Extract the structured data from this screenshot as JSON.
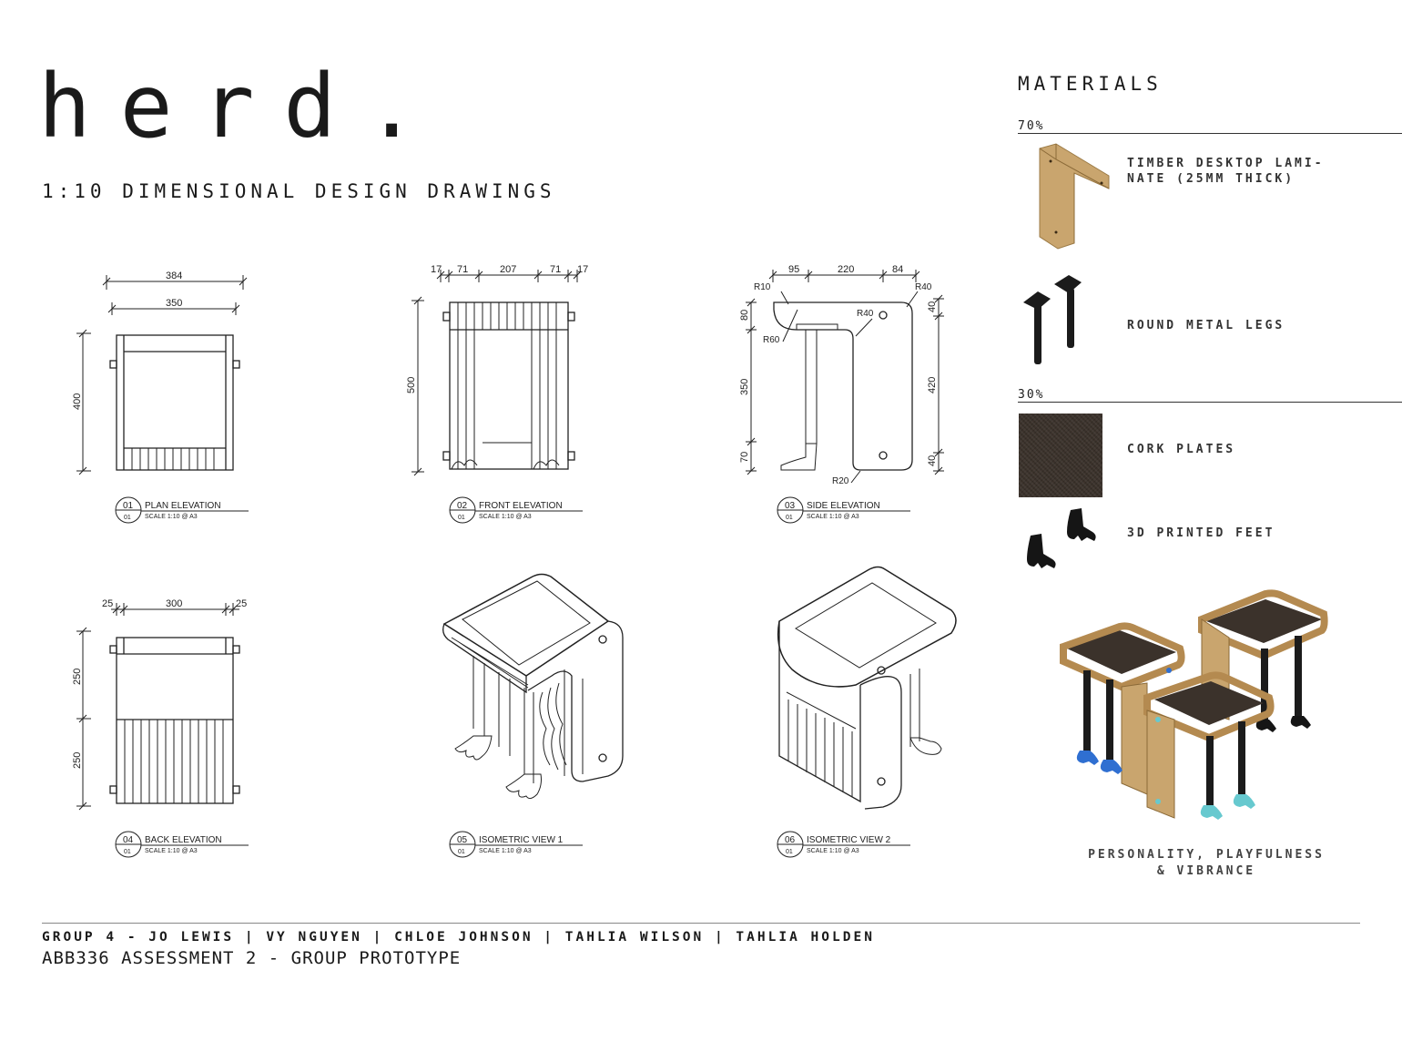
{
  "title": "herd.",
  "subtitle": "1:10 DIMENSIONAL DESIGN DRAWINGS",
  "drawings": [
    {
      "num": "01",
      "sheet": "01",
      "name": "PLAN ELEVATION",
      "scale": "SCALE 1:10 @ A3",
      "dims": {
        "top_outer": "384",
        "top_inner": "350",
        "height": "400"
      }
    },
    {
      "num": "02",
      "sheet": "01",
      "name": "FRONT ELEVATION",
      "scale": "SCALE 1:10 @ A3",
      "dims": {
        "a": "17",
        "b": "71",
        "c": "207",
        "d": "71",
        "e": "17",
        "height": "500"
      }
    },
    {
      "num": "03",
      "sheet": "01",
      "name": "SIDE ELEVATION",
      "scale": "SCALE 1:10 @ A3",
      "dims": {
        "a": "95",
        "b": "220",
        "c": "84",
        "r10": "R10",
        "r40a": "R40",
        "r40b": "R40",
        "r60": "R60",
        "r20": "R20",
        "v80": "80",
        "v350": "350",
        "v70": "70",
        "v40a": "40",
        "v420": "420",
        "v40b": "40"
      }
    },
    {
      "num": "04",
      "sheet": "01",
      "name": "BACK ELEVATION",
      "scale": "SCALE 1:10 @ A3",
      "dims": {
        "a": "25",
        "b": "300",
        "c": "25",
        "v250a": "250",
        "v250b": "250"
      }
    },
    {
      "num": "05",
      "sheet": "01",
      "name": "ISOMETRIC VIEW 1",
      "scale": "SCALE 1:10 @ A3"
    },
    {
      "num": "06",
      "sheet": "01",
      "name": "ISOMETRIC VIEW 2",
      "scale": "SCALE 1:10 @ A3"
    }
  ],
  "materials": {
    "heading": "MATERIALS",
    "groups": [
      {
        "percent": "70%",
        "items": [
          {
            "label": "TIMBER DESKTOP LAMI-\nNATE (25MM THICK)",
            "icon": "timber-panel-icon"
          },
          {
            "label": "ROUND METAL LEGS",
            "icon": "metal-legs-icon"
          }
        ]
      },
      {
        "percent": "30%",
        "items": [
          {
            "label": "CORK PLATES",
            "icon": "cork-swatch-icon"
          },
          {
            "label": "3D PRINTED FEET",
            "icon": "printed-feet-icon"
          }
        ]
      }
    ],
    "caption_line1": "PERSONALITY, PLAYFULNESS",
    "caption_line2": "& VIBRANCE"
  },
  "footer": {
    "members": "GROUP 4 - JO LEWIS | VY NGUYEN | CHLOE JOHNSON | TAHLIA WILSON | TAHLIA HOLDEN",
    "course": "ABB336 ASSESSMENT 2 - GROUP PROTOTYPE"
  },
  "colors": {
    "timber": "#c9a56e",
    "cork": "#3b322b",
    "metal": "#1b1b1b",
    "foot_blue": "#2f6fd1",
    "foot_teal": "#67c9cf"
  }
}
